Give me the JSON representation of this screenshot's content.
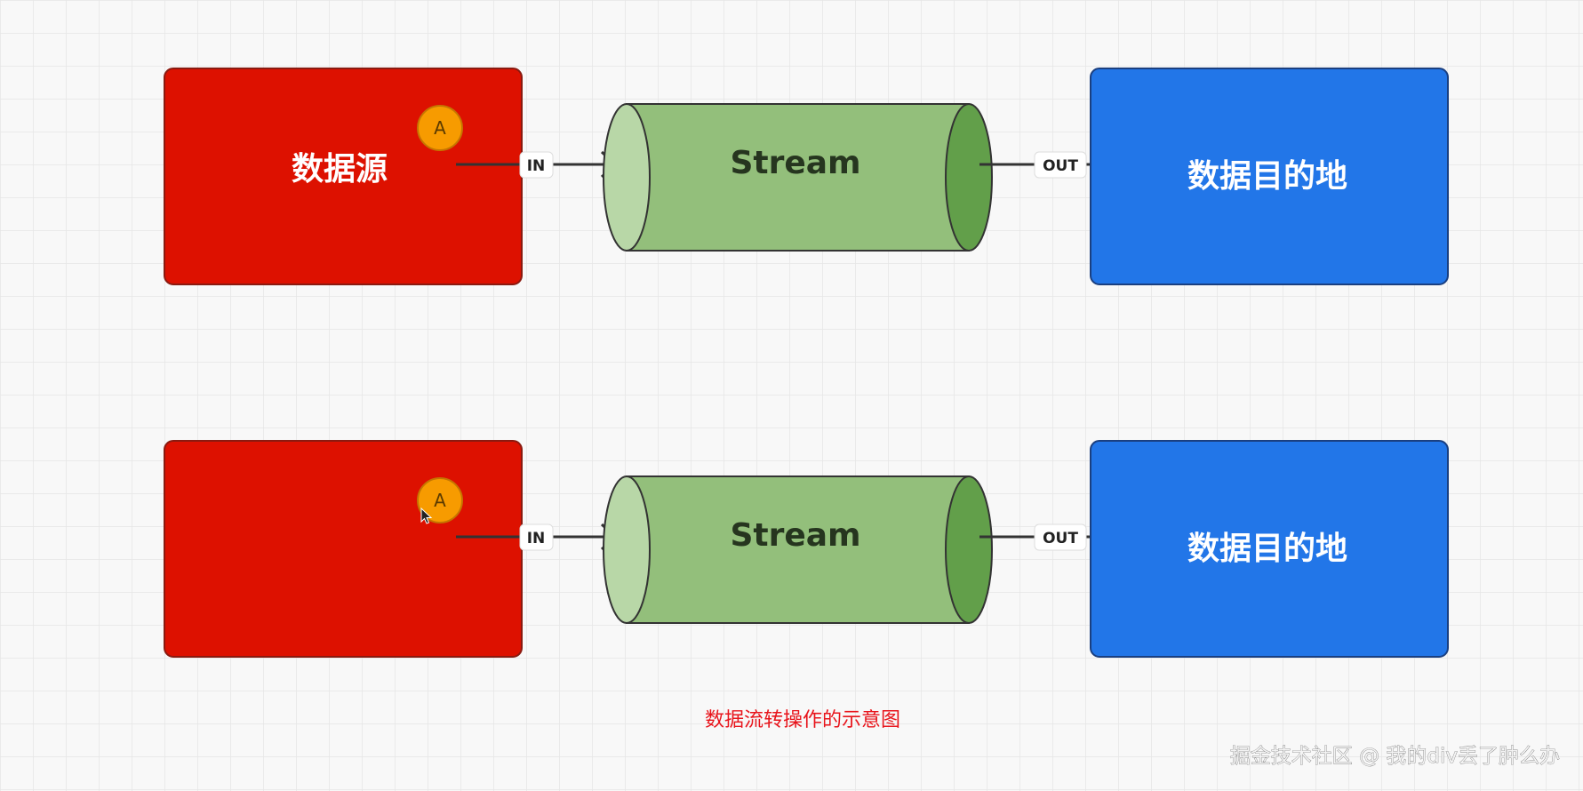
{
  "colors": {
    "source": "#dd1100",
    "stream_body": "#93bf7b",
    "stream_in_cap": "#b8d7a7",
    "stream_out_cap": "#629f4a",
    "destination": "#2276e8",
    "badge": "#f79b00",
    "caption": "#e8141b"
  },
  "rows": [
    {
      "source_label": "数据源",
      "badge": "A",
      "in_label": "IN",
      "stream_label": "Stream",
      "out_label": "OUT",
      "destination_label": "数据目的地"
    },
    {
      "source_label": "",
      "badge": "A",
      "in_label": "IN",
      "stream_label": "Stream",
      "out_label": "OUT",
      "destination_label": "数据目的地"
    }
  ],
  "caption": "数据流转操作的示意图",
  "watermark": "掘金技术社区 @ 我的div丢了肿么办"
}
